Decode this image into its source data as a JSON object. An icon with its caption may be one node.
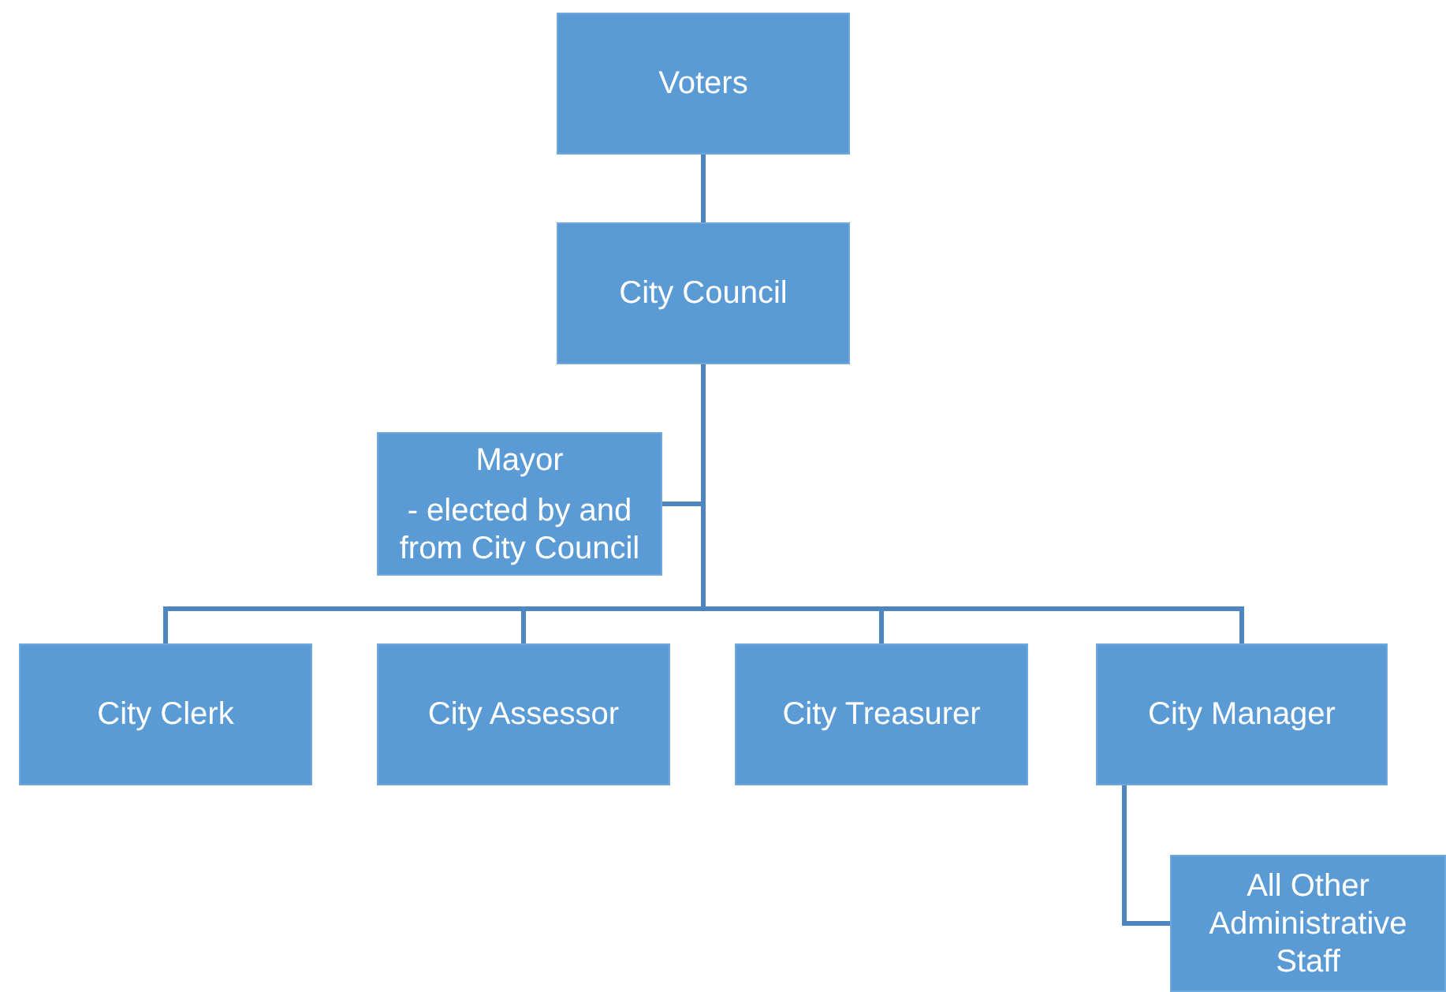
{
  "diagram": {
    "nodes": [
      {
        "text": [
          "Voters"
        ]
      },
      {
        "text": [
          "City Council"
        ]
      },
      {
        "text": [
          "Mayor",
          "- elected by and from City Council"
        ]
      },
      {
        "text": [
          "City Clerk"
        ]
      },
      {
        "text": [
          "City Assessor"
        ]
      },
      {
        "text": [
          "City Treasurer"
        ]
      },
      {
        "text": [
          "City Manager"
        ]
      },
      {
        "text": [
          "All Other Administrative Staff"
        ]
      }
    ],
    "edges": [
      {
        "from": 0,
        "to": 1,
        "arrow": "none"
      },
      {
        "from": 1,
        "to": 2,
        "arrow": "none"
      },
      {
        "from": 1,
        "to": 3,
        "arrow": "none"
      },
      {
        "from": 1,
        "to": 4,
        "arrow": "none"
      },
      {
        "from": 1,
        "to": 5,
        "arrow": "none"
      },
      {
        "from": 1,
        "to": 6,
        "arrow": "none"
      },
      {
        "from": 6,
        "to": 7,
        "arrow": "none"
      }
    ]
  }
}
